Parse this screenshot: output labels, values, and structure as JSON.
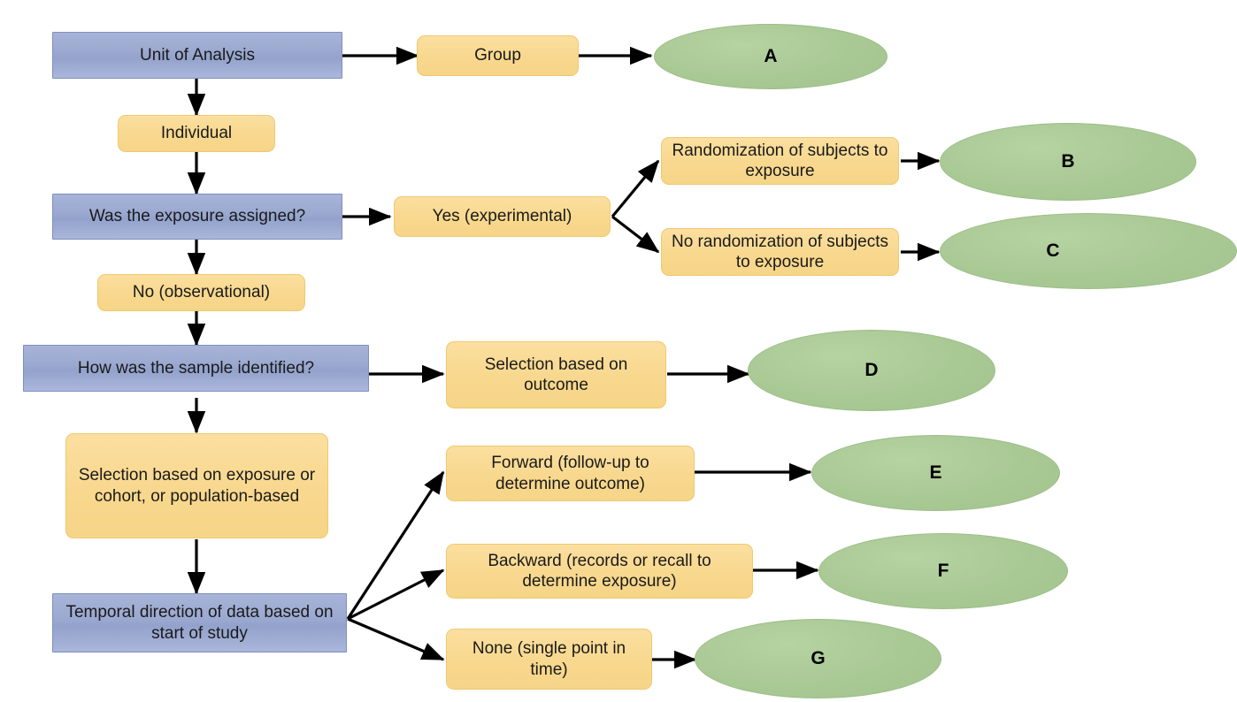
{
  "diagram": {
    "title": "Study design classification flowchart",
    "colors": {
      "decision_fill": "#9aa8d0",
      "option_fill": "#f8d88e",
      "outcome_fill": "#a8c894",
      "arrow": "#000000",
      "background": "#ffffff"
    }
  },
  "nodes": {
    "unit_of_analysis": "Unit of Analysis",
    "group": "Group",
    "individual": "Individual",
    "was_exposure_assigned": "Was the exposure assigned?",
    "yes_experimental": "Yes (experimental)",
    "no_observational": "No (observational)",
    "randomization": "Randomization of subjects to exposure",
    "no_randomization": "No randomization of subjects to exposure",
    "how_sample_identified": "How was the sample identified?",
    "selection_outcome": "Selection based on outcome",
    "selection_exposure": "Selection based on exposure or cohort, or population-based",
    "temporal_direction": "Temporal direction of data based on start of study",
    "forward": "Forward (follow-up to determine outcome)",
    "backward": "Backward (records or recall to determine exposure)",
    "none_single_point": "None (single point in time)"
  },
  "outcomes": {
    "a": "A",
    "b": "B",
    "c": "C",
    "d": "D",
    "e": "E",
    "f": "F",
    "g": "G"
  }
}
